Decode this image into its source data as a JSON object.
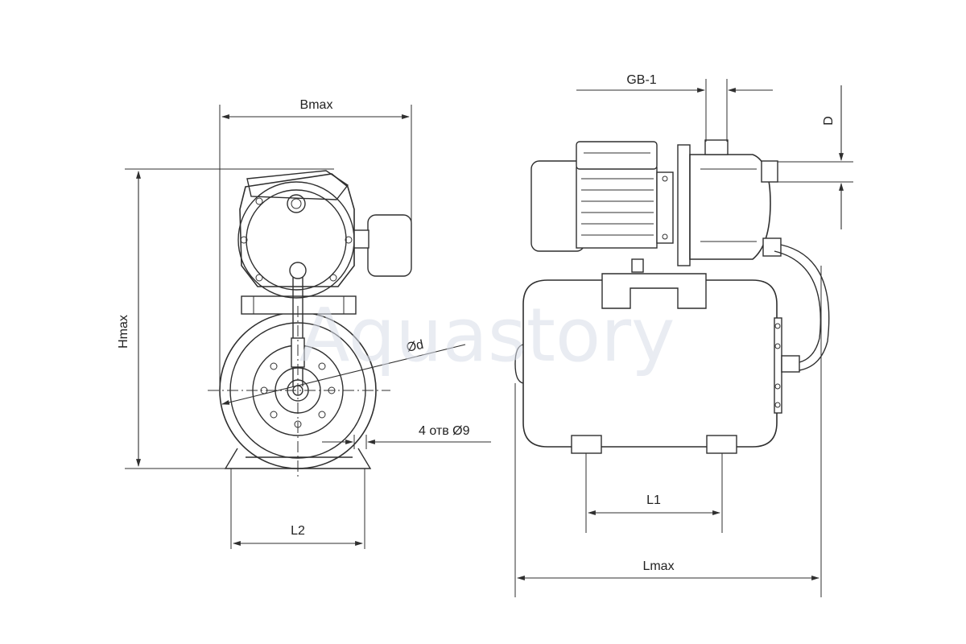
{
  "watermark": "Aquastory",
  "labels": {
    "bmax": "Bmax",
    "hmax": "Hmax",
    "od": "Ød",
    "holes": "4 отв Ø9",
    "l2": "L2",
    "gb1": "GB-1",
    "d": "D",
    "l1": "L1",
    "lmax": "Lmax"
  },
  "colors": {
    "line": "#2f2f2f",
    "watermark": "#d7dde8"
  }
}
